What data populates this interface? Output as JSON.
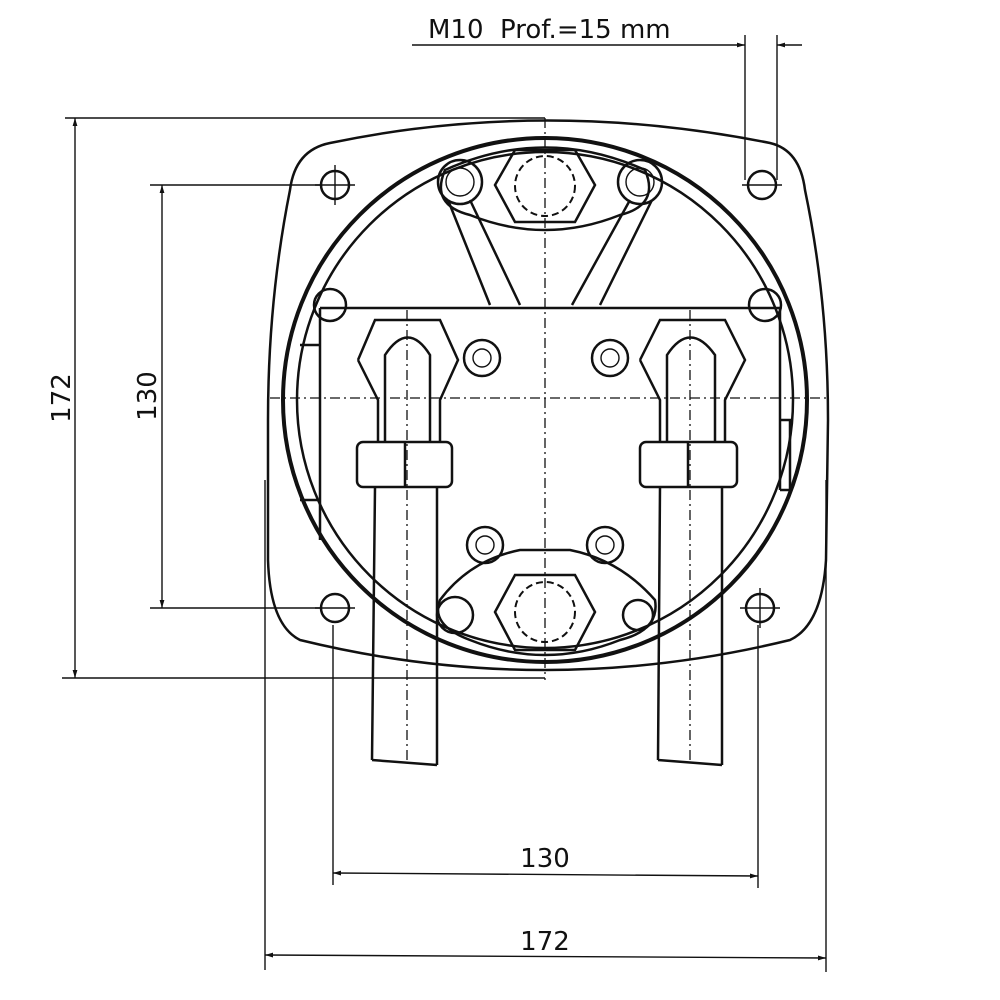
{
  "annotation": {
    "thread_note": "M10  Prof.=15 mm"
  },
  "dimensions": {
    "outer_height": "172",
    "bolt_height": "130",
    "bolt_width": "130",
    "outer_width": "172"
  }
}
